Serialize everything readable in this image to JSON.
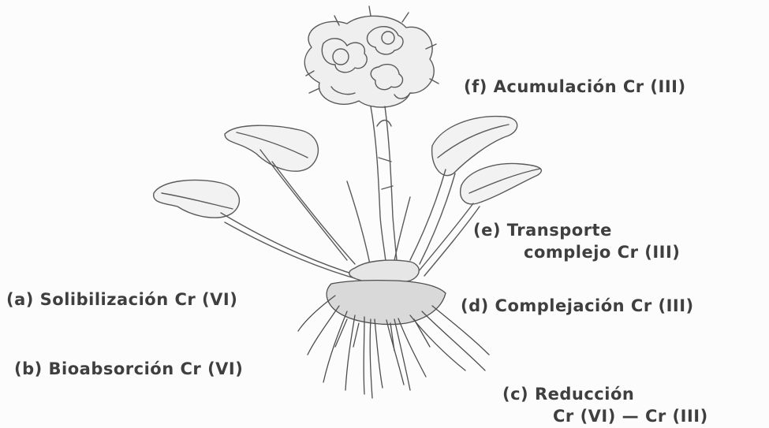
{
  "labels": {
    "f": "(f) Acumulación Cr (III)",
    "e_line1": "(e) Transporte",
    "e_line2": "complejo Cr (III)",
    "a": "(a) Solibilización Cr (VI)",
    "d": "(d) Complejación Cr (III)",
    "b": "(b) Bioabsorción Cr (VI)",
    "c_line1": "(c) Reducción",
    "c_line2": "Cr (VI) — Cr (III)"
  },
  "colors": {
    "text": "#3f3f3f",
    "ink": "#555555"
  }
}
